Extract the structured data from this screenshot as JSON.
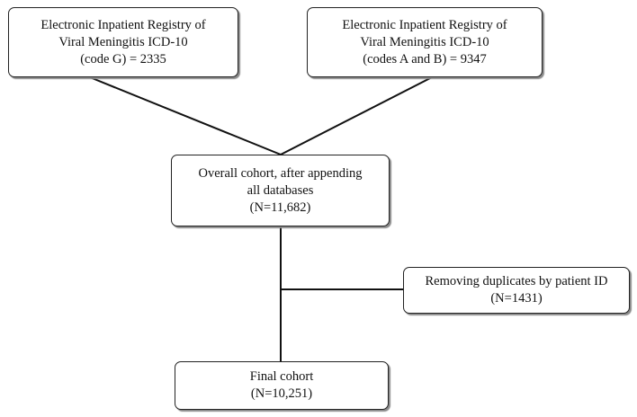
{
  "flowchart": {
    "source_g": {
      "lines": [
        "Electronic Inpatient Registry of",
        "Viral Meningitis ICD-10",
        "(code G) = 2335"
      ]
    },
    "source_ab": {
      "lines": [
        "Electronic Inpatient Registry of",
        "Viral Meningitis ICD-10",
        "(codes A and B) = 9347"
      ]
    },
    "overall": {
      "lines": [
        "Overall cohort, after appending",
        "all databases",
        "(N=11,682)"
      ]
    },
    "duplicates": {
      "lines": [
        "Removing duplicates by patient ID",
        "(N=1431)"
      ]
    },
    "final": {
      "lines": [
        "Final cohort",
        "(N=10,251)"
      ]
    }
  }
}
